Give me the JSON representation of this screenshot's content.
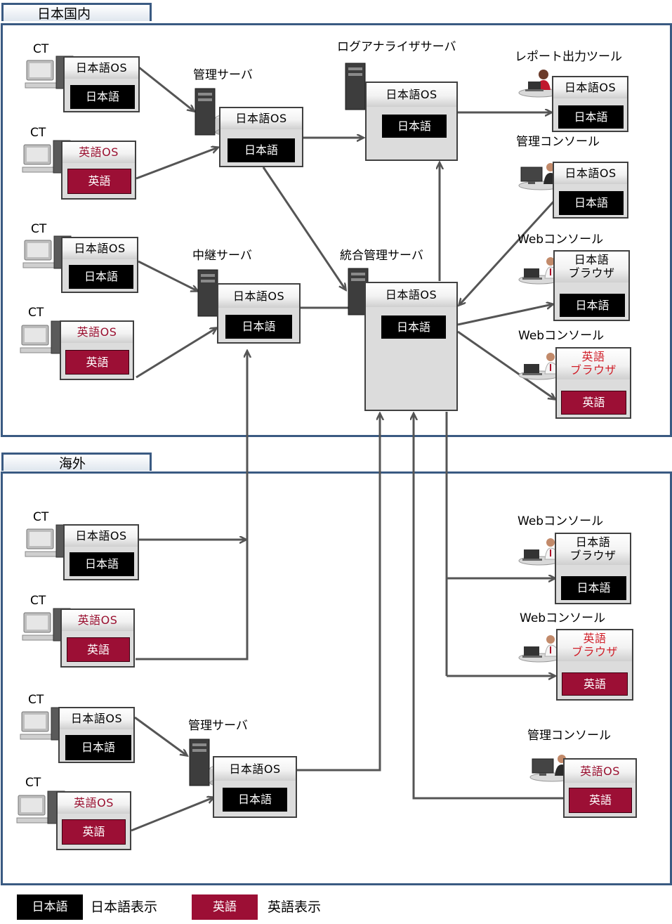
{
  "regions": {
    "domestic": "日本国内",
    "overseas": "海外"
  },
  "text": {
    "ct": "CT",
    "jp_os": "日本語OS",
    "en_os": "英語OS",
    "jp": "日本語",
    "en": "英語",
    "browser": "ブラウザ"
  },
  "labels": {
    "mgmt_server": "管理サーバ",
    "log_analyzer": "ログアナライザサーバ",
    "relay_server": "中継サーバ",
    "integrated_server": "統合管理サーバ",
    "report_tool": "レポート出力ツール",
    "mgmt_console": "管理コンソール",
    "web_console": "Webコンソール"
  },
  "legend": {
    "jp_text": "日本語表示",
    "en_text": "英語表示"
  },
  "colors": {
    "frame": "#3a5a82",
    "japanese_display": "#000000",
    "english_display": "#9c0f35",
    "english_label": "#9a1030",
    "connector": "#555555"
  },
  "icons": {
    "client": "desktop-pc-icon",
    "server": "server-tower-icon",
    "console_user": "user-at-desk-icon",
    "report_user": "woman-at-laptop-icon"
  }
}
